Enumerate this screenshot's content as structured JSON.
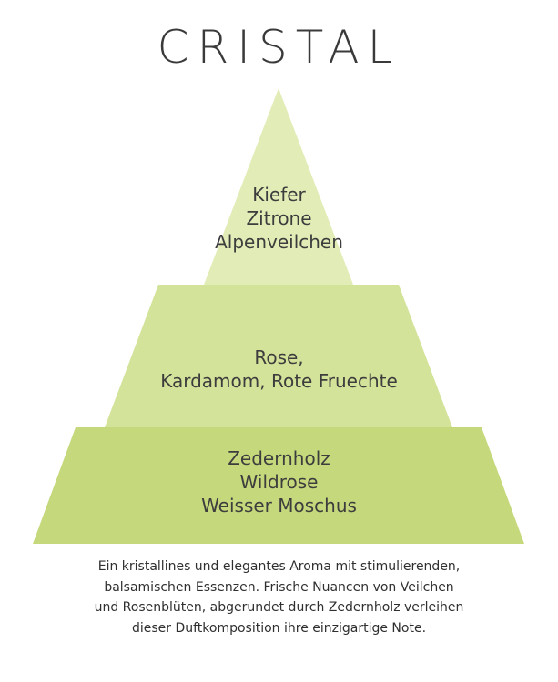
{
  "title": "CRISTAL",
  "pyramid": {
    "top_notes": [
      "Kiefer",
      "Zitrone",
      "Alpenveilchen"
    ],
    "middle_notes": [
      "Rose,",
      "Kardamom, Rote Fruechte"
    ],
    "base_notes": [
      "Zedernholz",
      "Wildrose",
      "Weisser Moschus"
    ],
    "colors": {
      "top": "#e1ecb6",
      "middle": "#d3e39a",
      "base": "#c5d97c"
    }
  },
  "description": [
    "Ein kristallines und elegantes Aroma mit stimulierenden,",
    "balsamischen Essenzen. Frische Nuancen von Veilchen",
    "und Rosenblüten, abgerundet durch Zedernholz verleihen",
    "dieser Duftkomposition ihre einzigartige Note."
  ]
}
